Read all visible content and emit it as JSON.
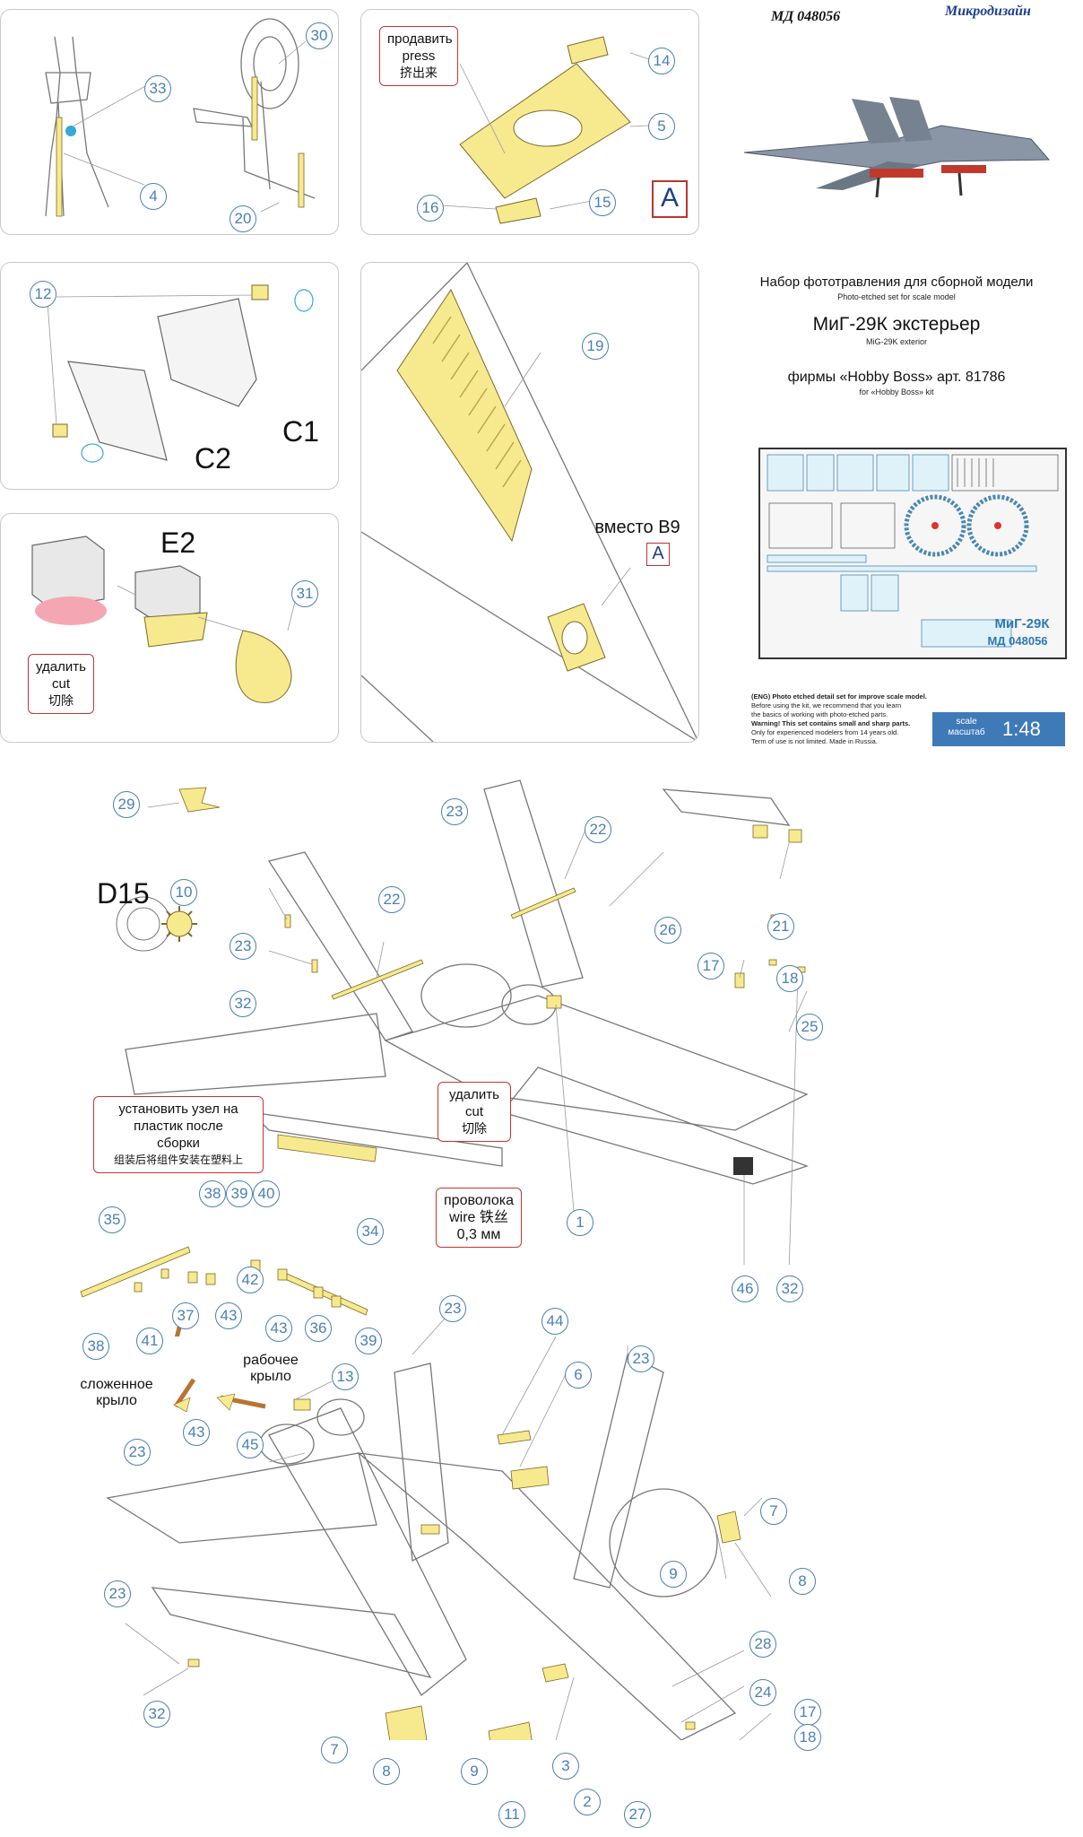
{
  "header": {
    "part_number": "МД 048056",
    "logo_text": "Микродизайн",
    "set_title_ru": "Набор фототравления для сборной модели",
    "set_title_en": "Photo-etched set for scale model",
    "model_ru": "МиГ-29К экстерьер",
    "model_en": "MiG-29K exterior",
    "kit_ru": "фирмы «Hobby Boss» арт. 81786",
    "kit_en": "for «Hobby Boss» kit"
  },
  "fret": {
    "name": "МиГ-29К",
    "code": "МД 048056"
  },
  "disclaimer": [
    "(ENG) Photo etched detail set for improve scale model.",
    "Before using the kit, we recommend that you learn",
    "the basics of working with photo-etched parts.",
    "Warning! This set contains small and sharp parts.",
    "Only for experienced modelers from 14 years old.",
    "Term of use is not limited. Made in Russia."
  ],
  "scale": {
    "label_en": "scale",
    "label_ru": "масштаб",
    "value": "1:48"
  },
  "panels": {
    "gear": {
      "callouts": [
        "30",
        "33",
        "4",
        "20"
      ]
    },
    "cover": {
      "press_ru": "продавить",
      "press_en": "press",
      "press_cn": "挤出来",
      "callouts": [
        "14",
        "5",
        "16",
        "15"
      ],
      "mark": "A"
    },
    "intake": {
      "callouts": [
        "12"
      ],
      "label_c1": "C1",
      "label_c2": "C2"
    },
    "e2": {
      "label": "E2",
      "cut_ru": "удалить",
      "cut_en": "cut",
      "cut_cn": "切除",
      "callouts": [
        "31"
      ]
    },
    "wing": {
      "callouts": [
        "19"
      ],
      "instead_text": "вместо B9",
      "mark": "A"
    }
  },
  "upper_view": {
    "label_d15": "D15",
    "callouts": [
      "29",
      "10",
      "23",
      "23",
      "22",
      "22",
      "26",
      "32",
      "21",
      "17",
      "18",
      "25",
      "1",
      "46",
      "32"
    ],
    "note1": [
      "установить узел на",
      "пластик после",
      "сборки",
      "组装后将组件安装在塑料上"
    ],
    "note_cut": [
      "удалить",
      "cut",
      "切除"
    ],
    "note_wire": [
      "проволока",
      "wire 铁丝",
      "0,3 мм"
    ]
  },
  "parts_row": {
    "callouts": [
      "35",
      "38",
      "39",
      "40",
      "34",
      "42",
      "37",
      "43",
      "43",
      "36",
      "39",
      "38",
      "41"
    ],
    "folded": [
      "сложенное",
      "крыло"
    ],
    "working": [
      "рабочее",
      "крыло"
    ],
    "callout_43b": "43"
  },
  "lower_view": {
    "callouts": [
      "23",
      "44",
      "23",
      "6",
      "13",
      "45",
      "23",
      "7",
      "9",
      "8",
      "23",
      "28",
      "24",
      "32",
      "17",
      "18",
      "7",
      "8",
      "9",
      "3",
      "2",
      "27",
      "11"
    ]
  },
  "colors": {
    "callout": "#4a7fb5",
    "pe_part": "#f7e98e",
    "outline": "#888888",
    "note_border": "#cc3333"
  }
}
